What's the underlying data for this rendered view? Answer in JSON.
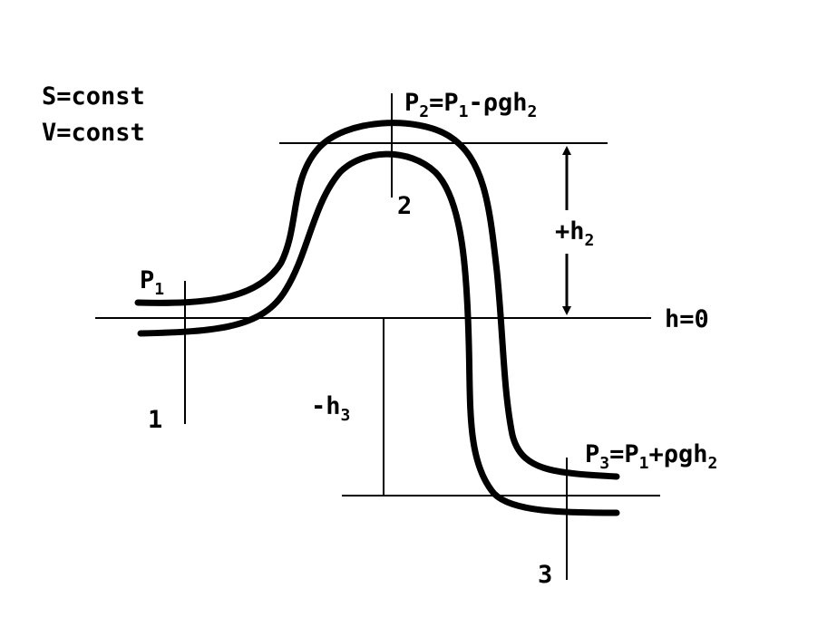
{
  "conditions": {
    "line1": "S=const",
    "line2": "V=const"
  },
  "labels": {
    "p1": {
      "base": "P",
      "sub": "1"
    },
    "p2": {
      "p": "P",
      "s1": "2",
      "eq": "=P",
      "s2": "1",
      "rest": "-ρgh",
      "s3": "2"
    },
    "p3": {
      "p": "P",
      "s1": "3",
      "eq": "=P",
      "s2": "1",
      "rest": "+ρgh",
      "s3": "2"
    },
    "h2": {
      "base": "+h",
      "sub": "2"
    },
    "h3": {
      "base": "-h",
      "sub": "3"
    },
    "h0": "h=0",
    "point1": "1",
    "point2": "2",
    "point3": "3"
  }
}
